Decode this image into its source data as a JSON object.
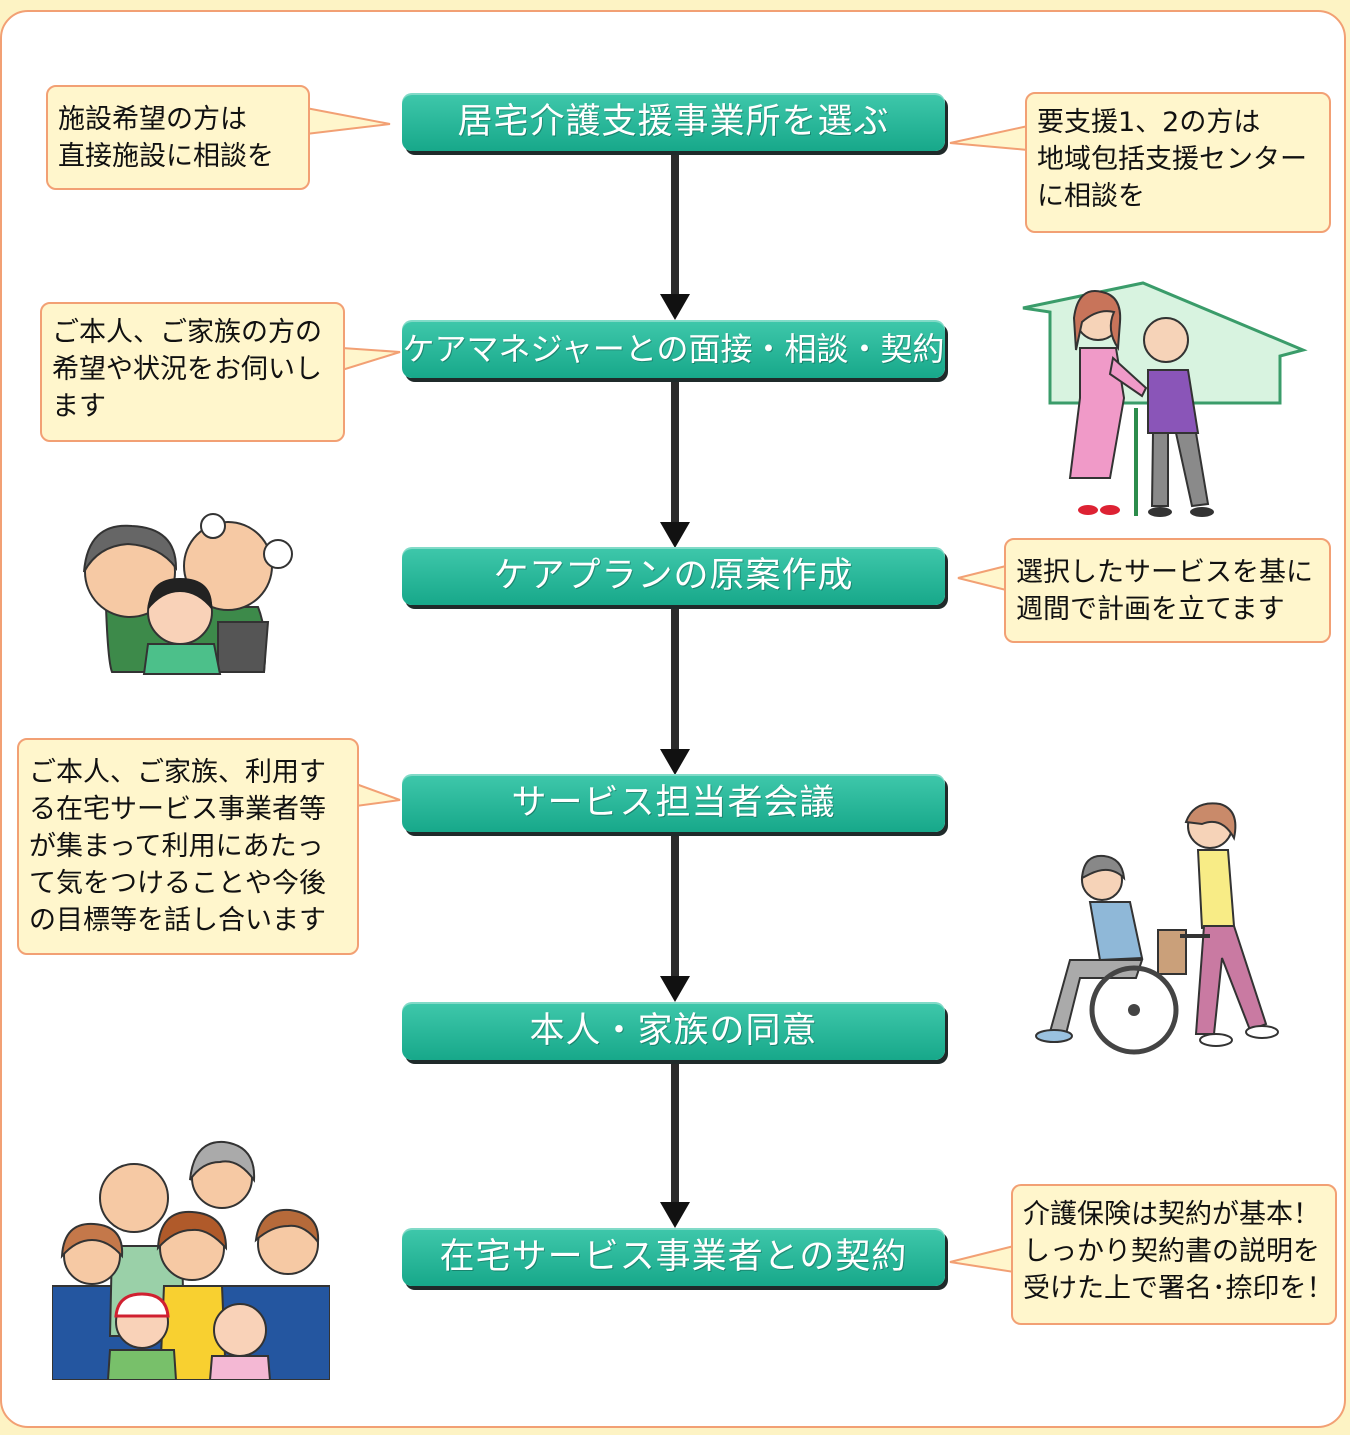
{
  "steps": [
    {
      "id": "step-select-office",
      "label": "居宅介護支援事業所を選ぶ"
    },
    {
      "id": "step-interview",
      "label": "ケアマネジャーとの面接・相談・契約"
    },
    {
      "id": "step-draft-plan",
      "label": "ケアプランの原案作成"
    },
    {
      "id": "step-meeting",
      "label": "サービス担当者会議"
    },
    {
      "id": "step-consent",
      "label": "本人・家族の同意"
    },
    {
      "id": "step-contract",
      "label": "在宅サービス事業者との契約"
    }
  ],
  "callouts": {
    "facility": [
      "施設希望の方は",
      "直接施設に相談を"
    ],
    "support": [
      "要支援1、2の方は",
      "地域包括支援センター",
      "に相談を"
    ],
    "hearing": [
      "ご本人、ご家族の方の",
      "希望や状況をお伺いし",
      "ます"
    ],
    "weekly": [
      "選択したサービスを基に",
      "週間で計画を立てます"
    ],
    "meeting": [
      "ご本人、ご家族、利用す",
      "る在宅サービス事業者等",
      "が集まって利用にあたっ",
      "て気をつけることや今後",
      "の目標等を話し合います"
    ],
    "contract": [
      "介護保険は契約が基本！",
      "しっかり契約書の説明を",
      "受けた上で署名･捺印を！"
    ]
  },
  "colors": {
    "step_fill": "#1fb495",
    "callout_fill": "#fff6cc",
    "callout_border": "#f2a074",
    "page_bg": "#fdf3c4"
  }
}
